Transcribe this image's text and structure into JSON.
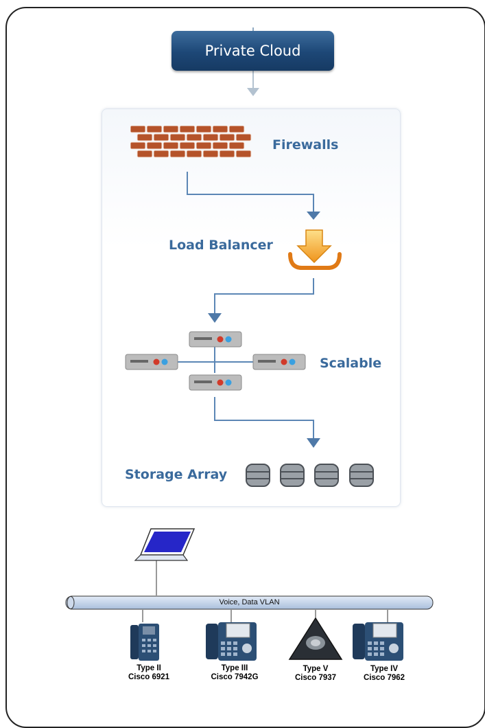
{
  "cloud": {
    "label": "Private Cloud"
  },
  "stack": {
    "firewalls": "Firewalls",
    "load_balancer": "Load Balancer",
    "scalable": "Scalable",
    "storage": "Storage Array"
  },
  "network": {
    "vlan_label": "Voice, Data VLAN",
    "phones": [
      {
        "type": "Type II",
        "model": "Cisco 6921"
      },
      {
        "type": "Type III",
        "model": "Cisco 7942G"
      },
      {
        "type": "Type V",
        "model": "Cisco 7937"
      },
      {
        "type": "Type IV",
        "model": "Cisco 7962"
      }
    ]
  },
  "colors": {
    "accent_blue": "#3a6a9c",
    "connector": "#5b86b5",
    "brick": "#b5532a",
    "arrow_orange": "#f1a623"
  },
  "icons": [
    "brick-wall-icon",
    "download-tray-icon",
    "server-icon",
    "database-icon",
    "laptop-icon",
    "ip-phone-icon",
    "conference-phone-icon"
  ]
}
